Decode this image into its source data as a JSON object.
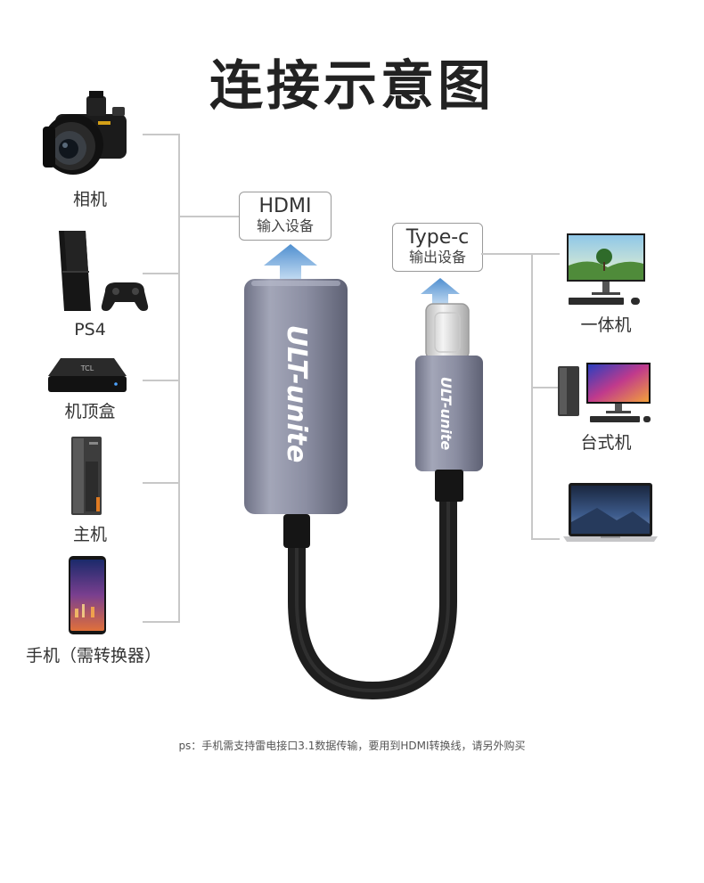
{
  "title": "连接示意图",
  "left_devices": [
    {
      "label": "相机",
      "icon": "camera-icon"
    },
    {
      "label": "PS4",
      "icon": "game-console-icon"
    },
    {
      "label": "机顶盒",
      "icon": "set-top-box-icon"
    },
    {
      "label": "主机",
      "icon": "desktop-tower-icon"
    },
    {
      "label": "手机（需转换器）",
      "icon": "smartphone-icon"
    }
  ],
  "right_devices": [
    {
      "label": "一体机",
      "icon": "all-in-one-pc-icon"
    },
    {
      "label": "台式机",
      "icon": "desktop-pc-icon"
    },
    {
      "label": "",
      "icon": "laptop-icon"
    }
  ],
  "hdmi_callout": {
    "line1": "HDMI",
    "line2": "输入设备"
  },
  "typec_callout": {
    "line1": "Type-c",
    "line2": "输出设备"
  },
  "brand": "ULT-unite",
  "note": "ps：手机需支持雷电接口3.1数据传输，要用到HDMI转换线，请另外购买",
  "colors": {
    "bracket": "#c8c8c8",
    "arrow": "#5b9bd5",
    "adapter_body": "#8f92a5",
    "cable": "#1e1e1e"
  }
}
